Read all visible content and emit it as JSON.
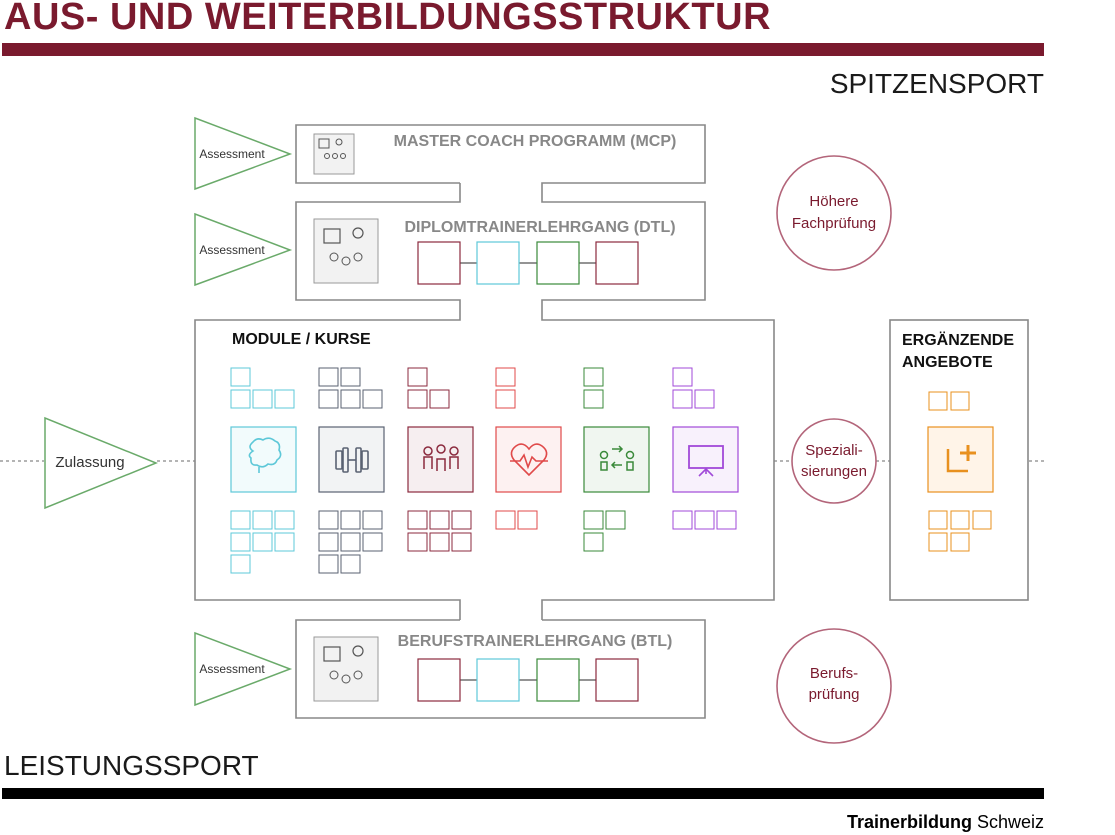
{
  "title": "AUS- UND WEITERBILDUNGSSTRUKTUR",
  "top_right_label": "SPITZENSPORT",
  "bottom_left_label": "LEISTUNGSSPORT",
  "footer": {
    "brand_bold": "Trainerbildung",
    "brand_rest": "Schweiz"
  },
  "colors": {
    "brand": "#7a1a2e",
    "gray": "#8a8a8a",
    "green": "#5a9a5a",
    "cyan": "#5ec8d8",
    "slate": "#5a6272",
    "maroon": "#8b2a3e",
    "red": "#e04a4a",
    "darkgreen": "#3a8a3a",
    "purple": "#a14ad8",
    "orange": "#e8901e"
  },
  "assessments": [
    "Assessment",
    "Assessment",
    "Assessment"
  ],
  "admission": "Zulassung",
  "mcp": {
    "title": "MASTER COACH PROGRAMM (MCP)",
    "icon": "group-training-icon"
  },
  "dtl": {
    "title": "DIPLOMTRAINERLEHRGANG (DTL)",
    "icon": "group-training-icon"
  },
  "btl": {
    "title": "BERUFSTRAINERLEHRGANG (BTL)",
    "icon": "group-training-icon"
  },
  "modules": {
    "title": "MODULE / KURSE",
    "columns": [
      {
        "icon": "brain-icon",
        "color": "#5ec8d8"
      },
      {
        "icon": "dumbbell-icon",
        "color": "#5a6272"
      },
      {
        "icon": "team-icon",
        "color": "#8b2a3e"
      },
      {
        "icon": "heart-pulse-icon",
        "color": "#e04a4a"
      },
      {
        "icon": "exchange-icon",
        "color": "#3a8a3a"
      },
      {
        "icon": "presentation-icon",
        "color": "#a14ad8"
      }
    ]
  },
  "supplementary": {
    "title_line1": "ERGÄNZENDE",
    "title_line2": "ANGEBOTE",
    "icon": "add-module-icon"
  },
  "circles": {
    "higher": [
      "Höhere",
      "Fachprüfung"
    ],
    "special": [
      "Speziali-",
      "sierungen"
    ],
    "professional": [
      "Berufs-",
      "prüfung"
    ]
  }
}
